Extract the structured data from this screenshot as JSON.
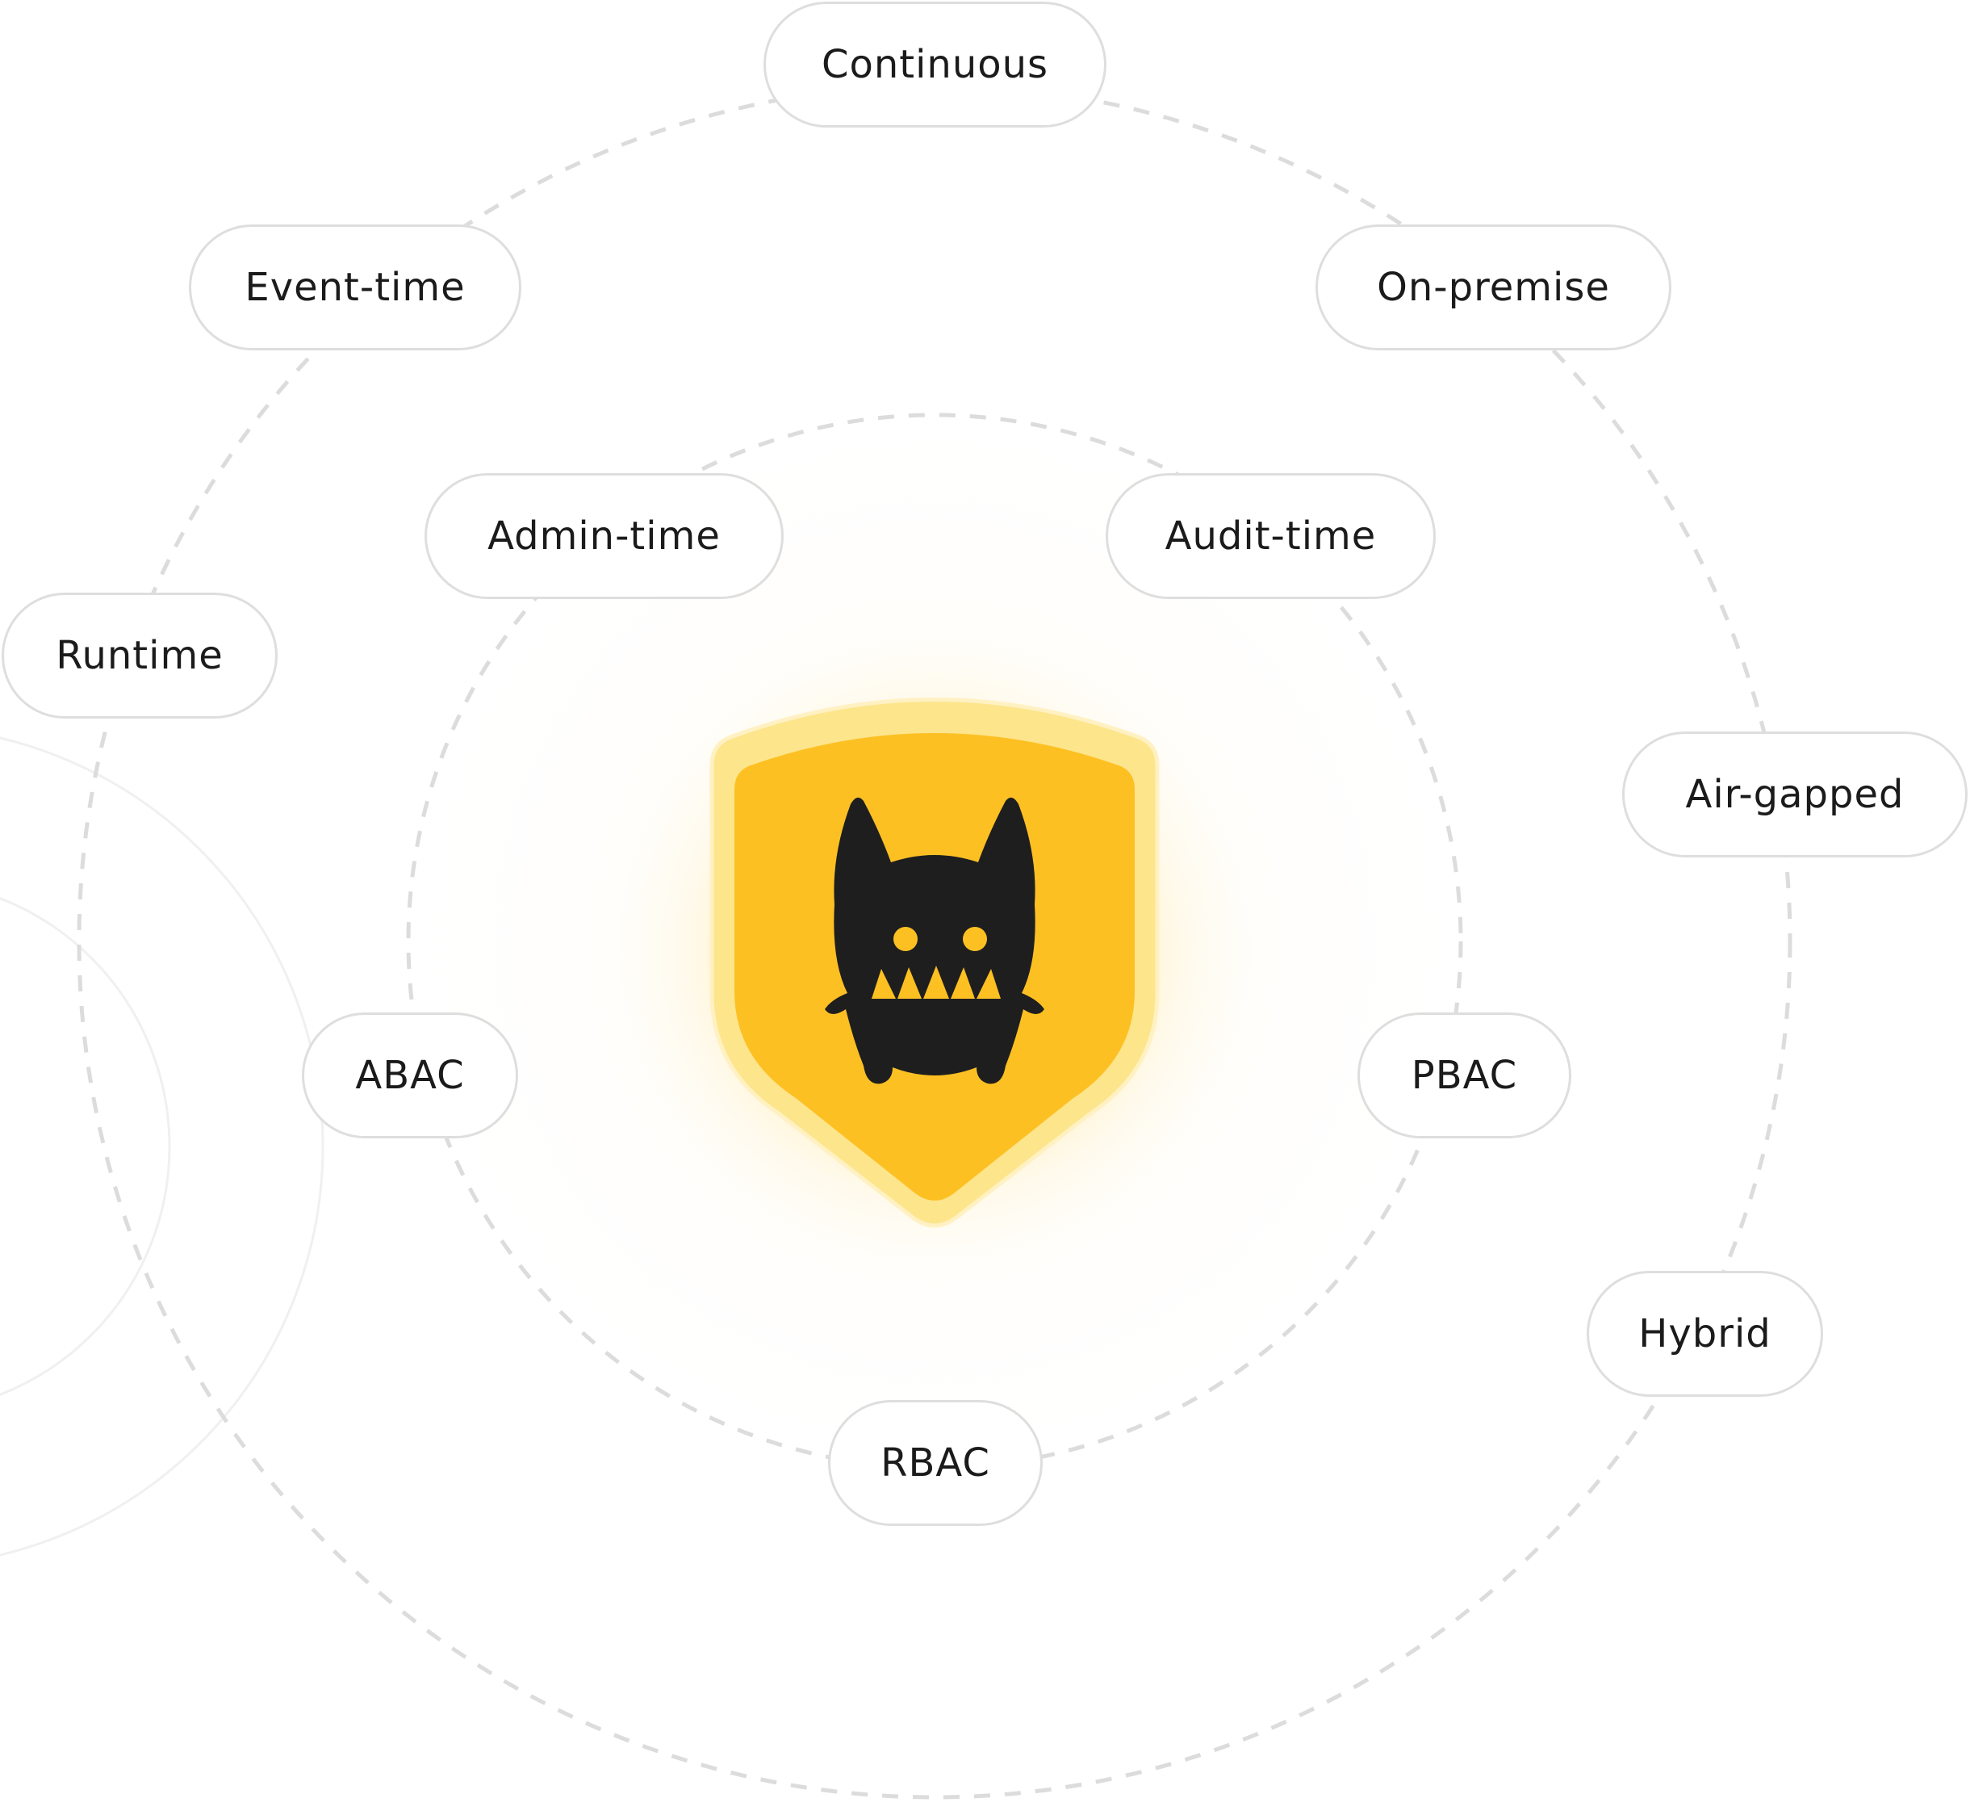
{
  "center": {
    "shield_icon": "shield-with-monster-mascot",
    "accent_color": "#FDC023",
    "mascot_color": "#1E1E1E"
  },
  "outer_ring": {
    "labels": {
      "continuous": "Continuous",
      "event_time": "Event-time",
      "on_premise": "On-premise",
      "runtime": "Runtime",
      "air_gapped": "Air-gapped",
      "hybrid": "Hybrid"
    }
  },
  "inner_ring": {
    "labels": {
      "admin_time": "Admin-time",
      "audit_time": "Audit-time",
      "abac": "ABAC",
      "pbac": "PBAC",
      "rbac": "RBAC"
    }
  }
}
